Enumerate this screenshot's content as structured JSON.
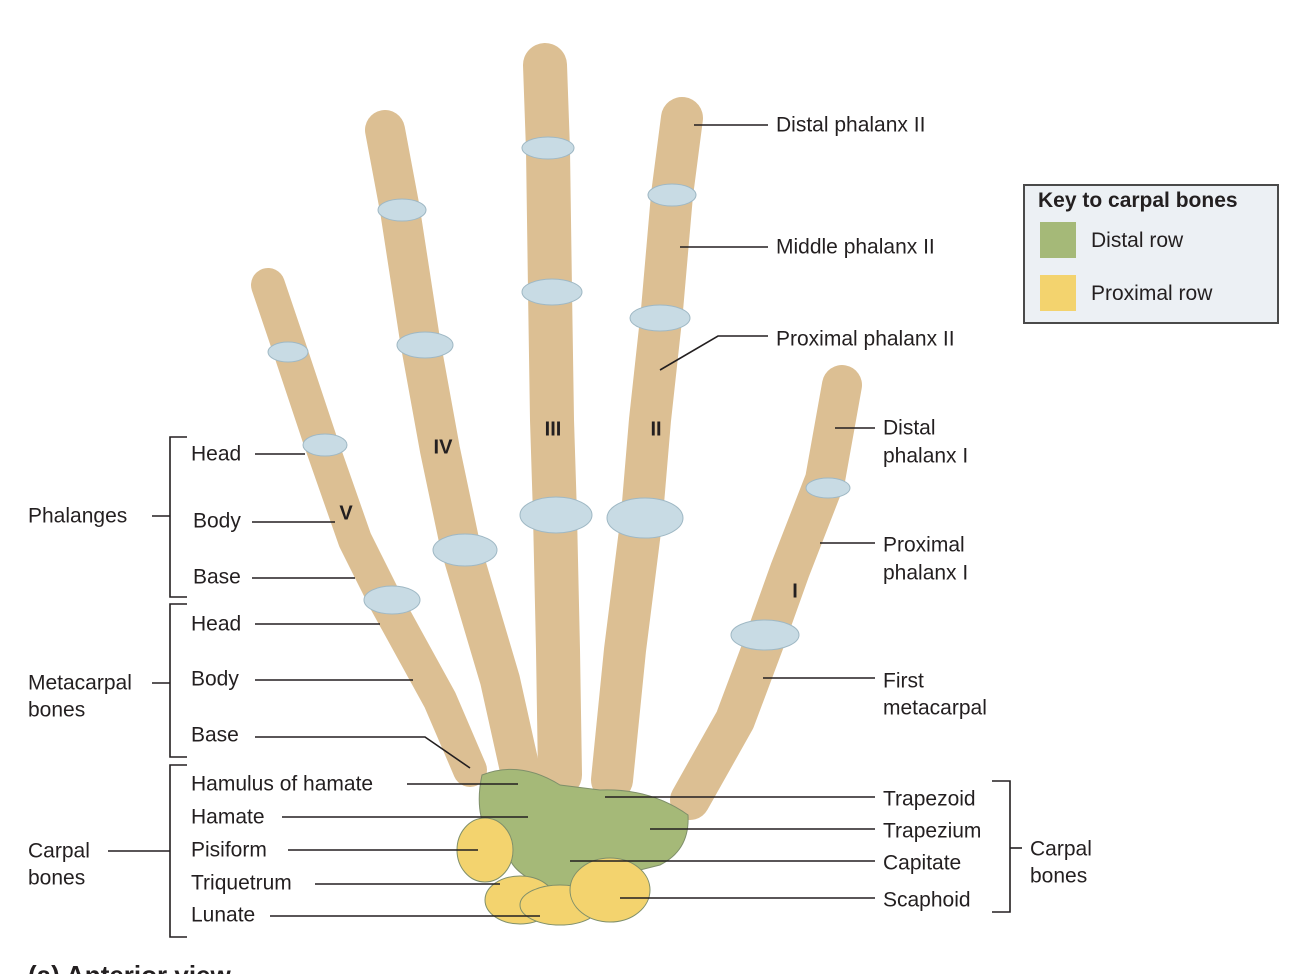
{
  "key": {
    "title": "Key to carpal bones",
    "items": [
      {
        "label": "Distal row",
        "color": "#a5b978"
      },
      {
        "label": "Proximal row",
        "color": "#f3d36e"
      }
    ]
  },
  "groups": {
    "phalanges": "Phalanges",
    "metacarpal": [
      "Metacarpal",
      "bones"
    ],
    "carpal_left": [
      "Carpal",
      "bones"
    ],
    "carpal_right": [
      "Carpal",
      "bones"
    ]
  },
  "left_labels": {
    "ph_head": "Head",
    "ph_body": "Body",
    "ph_base": "Base",
    "mc_head": "Head",
    "mc_body": "Body",
    "mc_base": "Base",
    "hamulus": "Hamulus of hamate",
    "hamate": "Hamate",
    "pisiform": "Pisiform",
    "triquetrum": "Triquetrum",
    "lunate": "Lunate"
  },
  "right_labels": {
    "distal2": "Distal phalanx II",
    "middle2": "Middle phalanx II",
    "proximal2": "Proximal phalanx II",
    "distal1": [
      "Distal",
      "phalanx I"
    ],
    "proximal1": [
      "Proximal",
      "phalanx I"
    ],
    "first_mc": [
      "First",
      "metacarpal"
    ],
    "trapezoid": "Trapezoid",
    "trapezium": "Trapezium",
    "capitate": "Capitate",
    "scaphoid": "Scaphoid"
  },
  "digits": {
    "i": "I",
    "ii": "II",
    "iii": "III",
    "iv": "IV",
    "v": "V"
  },
  "caption": "(a) Anterior view",
  "colors": {
    "bone": "#dcbf93",
    "cartilage": "#c8dbe4",
    "distal_row": "#a5b978",
    "proximal_row": "#f3d36e"
  }
}
